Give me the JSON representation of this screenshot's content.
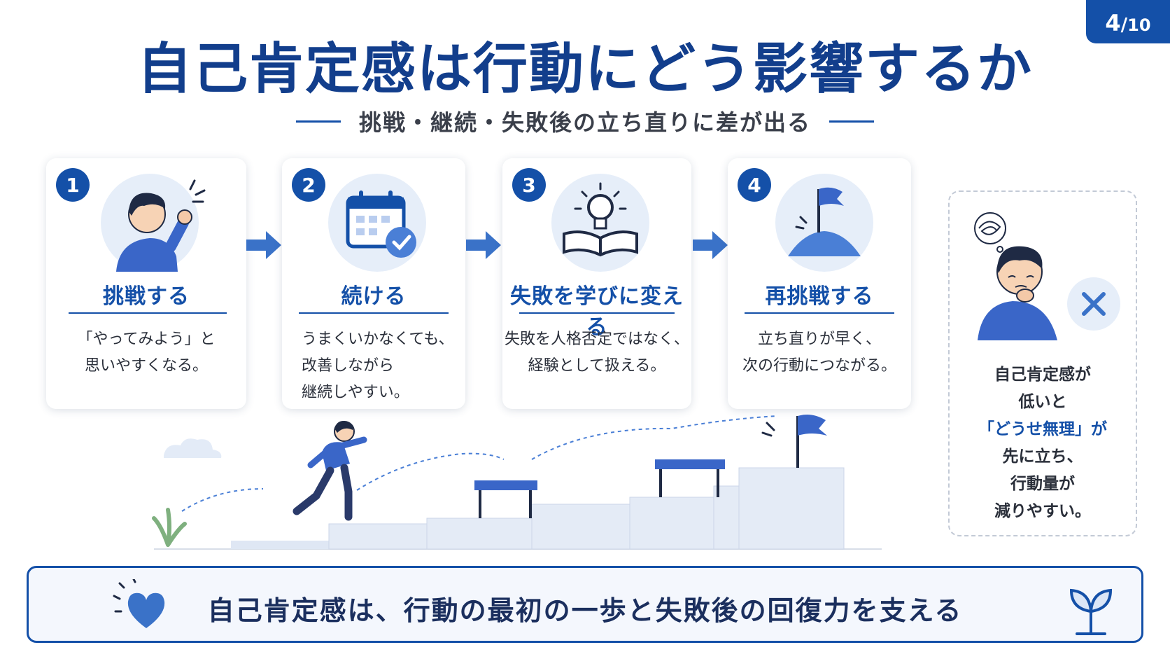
{
  "page": {
    "current": "4",
    "separator": "/",
    "total": "10"
  },
  "title": "自己肯定感は行動にどう影響するか",
  "subtitle": "挑戦・継続・失敗後の立ち直りに差が出る",
  "colors": {
    "primary": "#1450a8",
    "light": "#e6eef9",
    "text": "#2a2f3a"
  },
  "steps": [
    {
      "number": "1",
      "heading": "挑戦する",
      "icon": "determined-person-icon",
      "lines": [
        "「やってみよう」と",
        "思いやすくなる。"
      ]
    },
    {
      "number": "2",
      "heading": "続ける",
      "icon": "calendar-check-icon",
      "lines": [
        "うまくいかなくても、",
        "改善しながら",
        "継続しやすい。"
      ]
    },
    {
      "number": "3",
      "heading": "失敗を学びに変える",
      "icon": "lightbulb-book-icon",
      "lines": [
        "失敗を人格否定ではなく、",
        "経験として扱える。"
      ]
    },
    {
      "number": "4",
      "heading": "再挑戦する",
      "icon": "summit-flag-icon",
      "lines": [
        "立ち直りが早く、",
        "次の行動につながる。"
      ]
    }
  ],
  "contrast": {
    "icon": "worried-person-icon",
    "mark": "x-mark-icon",
    "lines": [
      "自己肯定感が",
      "低いと",
      "「どうせ無理」が",
      "先に立ち、",
      "行動量が",
      "減りやすい。"
    ]
  },
  "banner": {
    "text": "自己肯定感は、行動の最初の一歩と失敗後の回復力を支える",
    "left_icon": "heart-icon",
    "right_icon": "sprout-icon"
  }
}
